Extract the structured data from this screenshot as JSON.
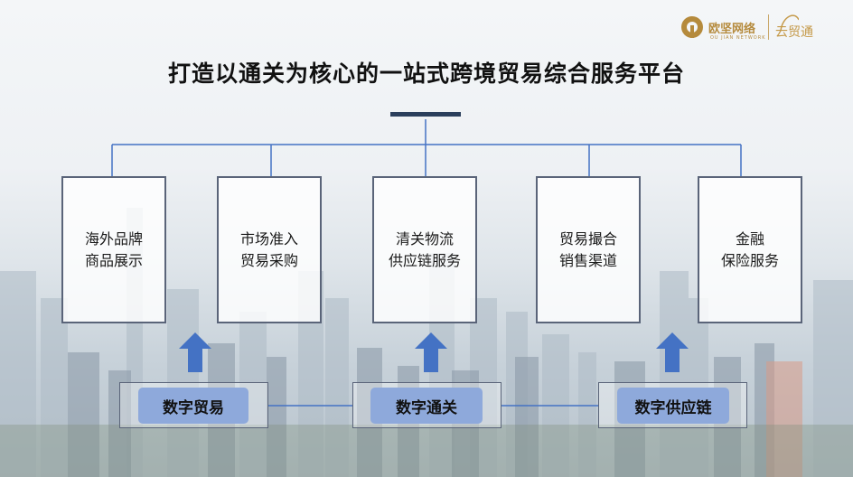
{
  "logos": {
    "primary_text": "欧坚网络",
    "primary_sub": "OU JIAN NETWORK",
    "secondary_text": "云贸通"
  },
  "title": "打造以通关为核心的一站式跨境贸易综合服务平台",
  "boxes": [
    {
      "line1": "海外品牌",
      "line2": "商品展示"
    },
    {
      "line1": "市场准入",
      "line2": "贸易采购"
    },
    {
      "line1": "清关物流",
      "line2": "供应链服务"
    },
    {
      "line1": "贸易撮合",
      "line2": "销售渠道"
    },
    {
      "line1": "金融",
      "line2": "保险服务"
    }
  ],
  "tags": [
    {
      "label": "数字贸易"
    },
    {
      "label": "数字通关"
    },
    {
      "label": "数字供应链"
    }
  ],
  "colors": {
    "connector": "#4472c4",
    "arrow": "#4472c4",
    "tag_fill": "#8ea9db",
    "box_border": "#5a6479",
    "title_bar": "#2b3f5c"
  }
}
